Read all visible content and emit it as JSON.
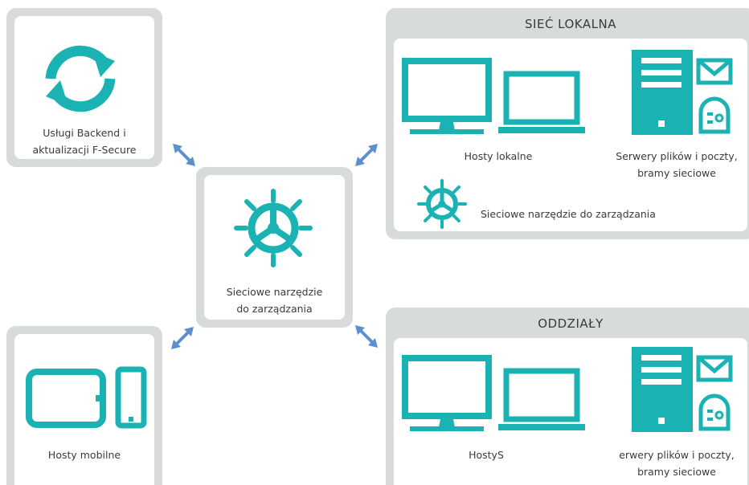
{
  "colors": {
    "accent": "#1ab2b2",
    "arrow": "#5b8fd0",
    "panel": "#d7dbdc"
  },
  "backend": {
    "label_line1": "Usługi Backend i",
    "label_line2": "aktualizacji F-Secure",
    "icon": "sync-icon"
  },
  "center": {
    "label_line1": "Sieciowe narzędzie",
    "label_line2": "do zarządzania",
    "icon": "helm-icon"
  },
  "mobile": {
    "label": "Hosty mobilne",
    "icons": [
      "tablet-icon",
      "phone-icon"
    ]
  },
  "local": {
    "title": "SIEĆ LOKALNA",
    "hosts_label": "Hosty lokalne",
    "servers_line1": "Serwery plików i poczty,",
    "servers_line2": "bramy sieciowe",
    "tool_label": "Sieciowe narzędzie do zarządzania"
  },
  "branch": {
    "title": "ODDZIAŁY",
    "hosts_label": "HostyS",
    "servers_line1": "erwery plików i poczty,",
    "servers_line2": "bramy sieciowe"
  }
}
